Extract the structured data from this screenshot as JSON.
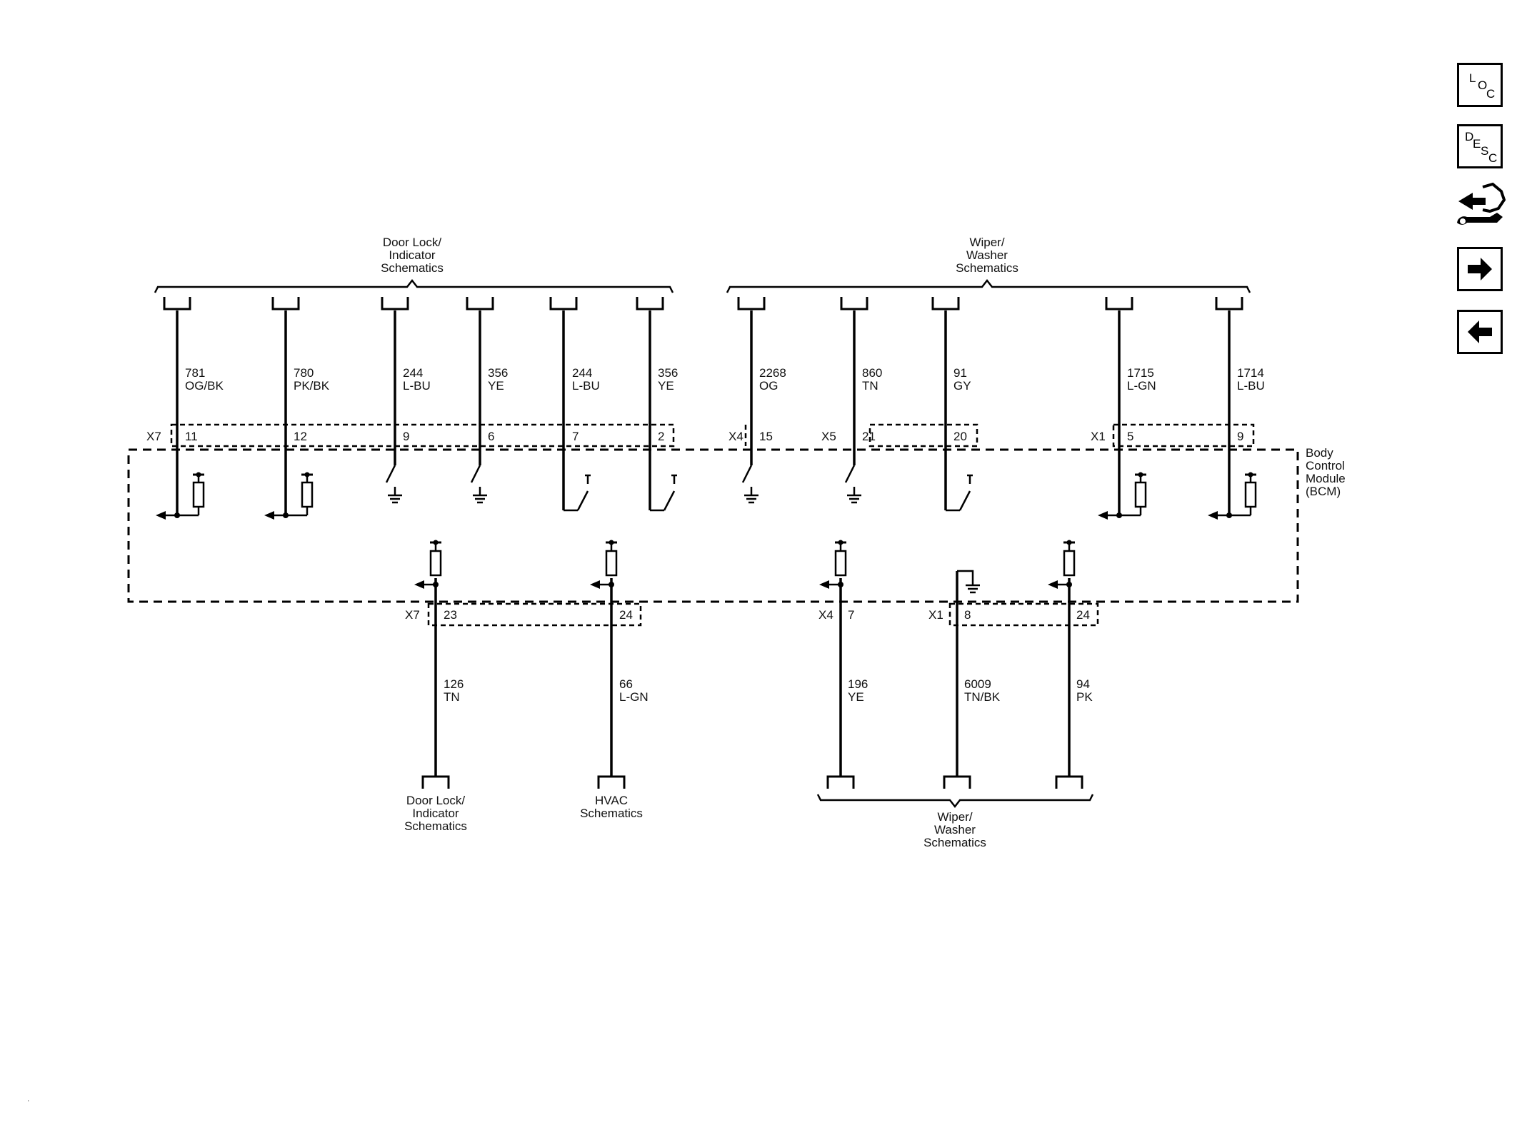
{
  "top_groups": {
    "door_lock": [
      "Door Lock/",
      "Indicator",
      "Schematics"
    ],
    "wiper": [
      "Wiper/",
      "Washer",
      "Schematics"
    ]
  },
  "top_wires": [
    {
      "circuit": "781",
      "color": "OG/BK",
      "pin": "11"
    },
    {
      "circuit": "780",
      "color": "PK/BK",
      "pin": "12"
    },
    {
      "circuit": "244",
      "color": "L-BU",
      "pin": "9"
    },
    {
      "circuit": "356",
      "color": "YE",
      "pin": "6"
    },
    {
      "circuit": "244",
      "color": "L-BU",
      "pin": "7"
    },
    {
      "circuit": "356",
      "color": "YE",
      "pin": "2"
    },
    {
      "circuit": "2268",
      "color": "OG",
      "pin": "15"
    },
    {
      "circuit": "860",
      "color": "TN",
      "pin": "21"
    },
    {
      "circuit": "91",
      "color": "GY",
      "pin": "20"
    },
    {
      "circuit": "1715",
      "color": "L-GN",
      "pin": "5"
    },
    {
      "circuit": "1714",
      "color": "L-BU",
      "pin": "9"
    }
  ],
  "top_connectors": [
    "X7",
    "X4",
    "X5",
    "X1"
  ],
  "module_label": [
    "Body",
    "Control",
    "Module",
    "(BCM)"
  ],
  "bottom_connectors": [
    "X7",
    "X4",
    "X1"
  ],
  "bottom_wires": [
    {
      "circuit": "126",
      "color": "TN",
      "pin": "23"
    },
    {
      "circuit": "66",
      "color": "L-GN",
      "pin": "24"
    },
    {
      "circuit": "196",
      "color": "YE",
      "pin": "7"
    },
    {
      "circuit": "6009",
      "color": "TN/BK",
      "pin": "8"
    },
    {
      "circuit": "94",
      "color": "PK",
      "pin": "24"
    }
  ],
  "bottom_destinations": {
    "door_lock": [
      "Door Lock/",
      "Indicator",
      "Schematics"
    ],
    "hvac": [
      "HVAC",
      "Schematics"
    ],
    "wiper": [
      "Wiper/",
      "Washer",
      "Schematics"
    ]
  },
  "nav": {
    "loc": [
      "L",
      "O",
      "C"
    ],
    "desc": [
      "D",
      "E",
      "S",
      "C"
    ]
  },
  "corner_mark": "."
}
